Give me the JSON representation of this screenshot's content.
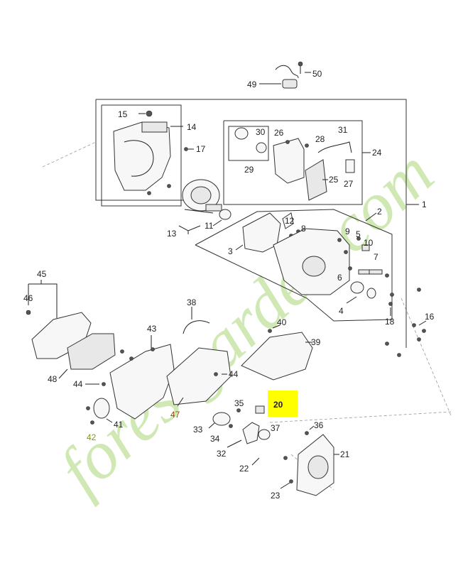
{
  "watermark": {
    "text": "forestgarden.com",
    "color_green": "#c8e6a8",
    "color_brown": "#c9bba8"
  },
  "highlight_color": "#ffff00",
  "callouts": {
    "c1": "1",
    "c2": "2",
    "c3": "3",
    "c4": "4",
    "c5": "5",
    "c6": "6",
    "c7": "7",
    "c8": "8",
    "c9": "9",
    "c10": "10",
    "c11": "11",
    "c12": "12",
    "c13": "13",
    "c14": "14",
    "c15": "15",
    "c16": "16",
    "c17": "17",
    "c18": "18",
    "c20": "20",
    "c21": "21",
    "c22": "22",
    "c23": "23",
    "c24": "24",
    "c25": "25",
    "c26": "26",
    "c27": "27",
    "c28": "28",
    "c29": "29",
    "c30": "30",
    "c31": "31",
    "c32": "32",
    "c33": "33",
    "c34": "34",
    "c35": "35",
    "c36": "36",
    "c37": "37",
    "c38": "38",
    "c39": "39",
    "c40": "40",
    "c41": "41",
    "c42": "42",
    "c43": "43",
    "c44a": "44",
    "c44b": "44",
    "c45": "45",
    "c46": "46",
    "c47": "47",
    "c48": "48",
    "c49": "49",
    "c50": "50"
  }
}
